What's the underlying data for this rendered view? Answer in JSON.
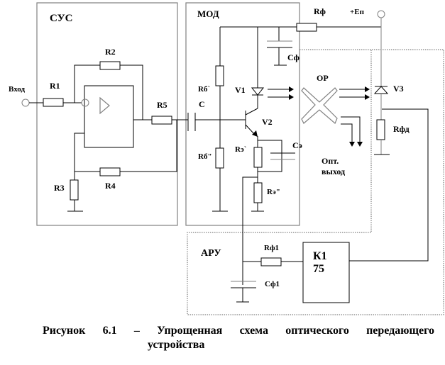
{
  "blocks": {
    "sus": "СУС",
    "mod": "МОД",
    "aru": "АРУ"
  },
  "labels": {
    "input": "Вход",
    "R1": "R1",
    "R2": "R2",
    "R3": "R3",
    "R4": "R4",
    "R5": "R5",
    "C": "C",
    "Rb1": "Rб`",
    "Rb2": "Rб\"",
    "V1": "V1",
    "V2": "V2",
    "V3": "V3",
    "Re1": "Rэ`",
    "Re2": "Rэ\"",
    "Ce": "Cэ",
    "Rf": "Rф",
    "Cf": "Cф",
    "Ep": "+Eп",
    "OR": "OP",
    "opt_out_1": "Опт.",
    "opt_out_2": "выход",
    "Rfd": "Rфд",
    "Rf1": "Rф1",
    "Cf1": "Cф1",
    "chip_1": "К1",
    "chip_2": "75"
  },
  "caption": {
    "words": [
      "Рисунок",
      "6.1",
      "–",
      "Упрощенная",
      "схема",
      "оптического",
      "передающего"
    ],
    "line2": "устройства"
  }
}
